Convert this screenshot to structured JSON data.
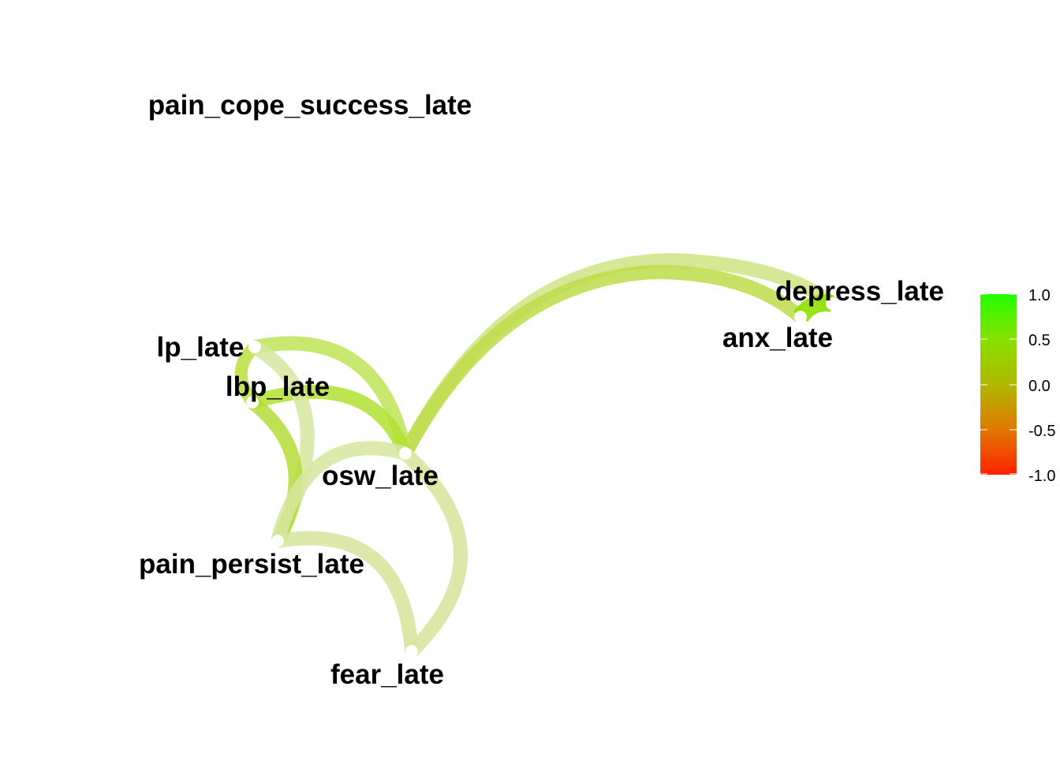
{
  "nodes": [
    {
      "id": "pain_cope_success_late",
      "label": "pain_cope_success_late"
    },
    {
      "id": "depress_late",
      "label": "depress_late"
    },
    {
      "id": "anx_late",
      "label": "anx_late"
    },
    {
      "id": "lp_late",
      "label": "lp_late"
    },
    {
      "id": "lbp_late",
      "label": "lbp_late"
    },
    {
      "id": "osw_late",
      "label": "osw_late"
    },
    {
      "id": "pain_persist_late",
      "label": "pain_persist_late"
    },
    {
      "id": "fear_late",
      "label": "fear_late"
    }
  ],
  "edges": [
    {
      "from": "osw_late",
      "to": "depress_late",
      "correlation": 0.3
    },
    {
      "from": "osw_late",
      "to": "anx_late",
      "correlation": 0.45
    },
    {
      "from": "anx_late",
      "to": "depress_late",
      "correlation": 0.65
    },
    {
      "from": "lp_late",
      "to": "osw_late",
      "correlation": 0.4
    },
    {
      "from": "lbp_late",
      "to": "osw_late",
      "correlation": 0.5
    },
    {
      "from": "lp_late",
      "to": "lbp_late",
      "correlation": 0.35
    },
    {
      "from": "lp_late",
      "to": "pain_persist_late",
      "correlation": 0.25
    },
    {
      "from": "lbp_late",
      "to": "pain_persist_late",
      "correlation": 0.4
    },
    {
      "from": "osw_late",
      "to": "pain_persist_late",
      "correlation": 0.3
    },
    {
      "from": "osw_late",
      "to": "fear_late",
      "correlation": 0.25
    },
    {
      "from": "pain_persist_late",
      "to": "fear_late",
      "correlation": 0.25
    }
  ],
  "legend": {
    "ticks": [
      "1.0",
      "0.5",
      "0.0",
      "-0.5",
      "-1.0"
    ],
    "high_color": "#22ff00",
    "mid_color": "#a8c800",
    "low_color": "#ff2200"
  }
}
